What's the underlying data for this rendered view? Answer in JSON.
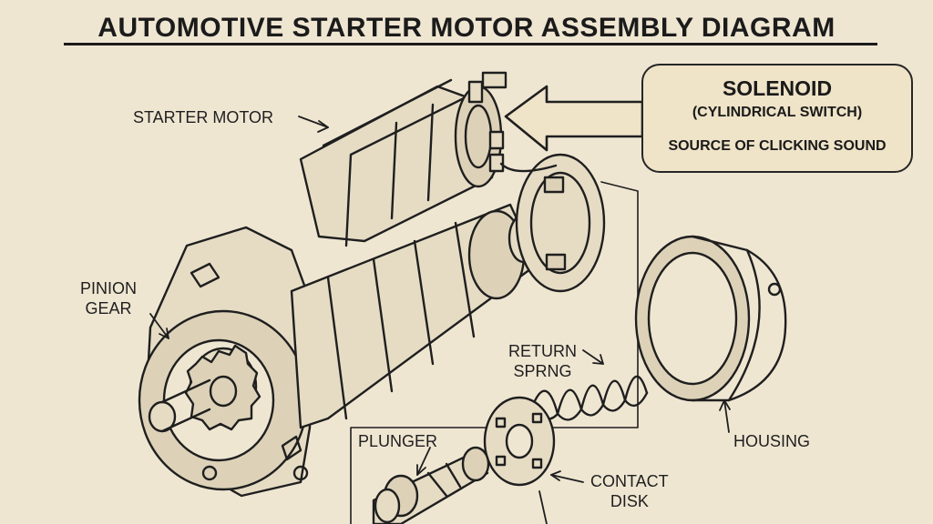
{
  "title": "AUTOMOTIVE STARTER MOTOR ASSEMBLY DIAGRAM",
  "callout": {
    "title": "SOLENOID",
    "subtitle": "(CYLINDRICAL SWITCH)",
    "note": "SOURCE OF CLICKING SOUND"
  },
  "labels": {
    "starter_motor": "STARTER MOTOR",
    "pinion_gear_line1": "PINION",
    "pinion_gear_line2": "GEAR",
    "return_spring_line1": "RETURN",
    "return_spring_line2": "SPRNG",
    "plunger": "PLUNGER",
    "contact_disk_line1": "CONTACT",
    "contact_disk_line2": "DISK",
    "housing": "HOUSING"
  },
  "colors": {
    "paper": "#efe6d2",
    "ink": "#1f1f1f",
    "shade": "#cfc3a9"
  }
}
